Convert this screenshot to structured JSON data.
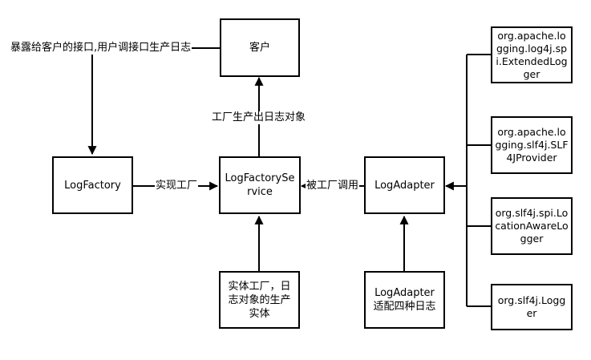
{
  "nodes": {
    "customer": "客户",
    "log_factory": "LogFactory",
    "log_factory_service": "LogFactoryService",
    "log_adapter": "LogAdapter",
    "entity_factory": "实体工厂，日志对象的生产实体",
    "log_adapter_four": "LogAdapter 适配四种日志",
    "extended_logger": "org.apache.logging.log4j.spi.ExtendedLogger",
    "slf4j_provider": "org.apache.logging.slf4j.SLF4JProvider",
    "location_aware_logger": "org.slf4j.spi.LocationAwareLogger",
    "slf4j_logger": "org.slf4j.Logger"
  },
  "edges": {
    "expose_to_customer": "暴露给客户的接口,用户调接口生产日志",
    "factory_produces": "工厂生产出日志对象",
    "implements_factory": "实现工厂",
    "called_by_factory": "被工厂调用"
  },
  "colors": {
    "stroke": "#000000",
    "background": "#ffffff"
  }
}
